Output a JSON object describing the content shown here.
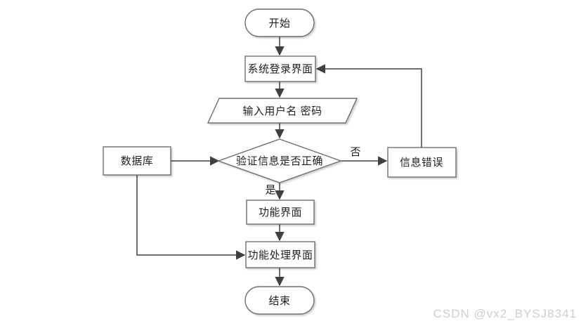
{
  "colors": {
    "background": "#ffffff",
    "shape_fill": "#ffffff",
    "border": "#6e6e6e",
    "line": "#404040",
    "text": "#1f1f1f",
    "watermark": "#d4cccc"
  },
  "flowchart": {
    "nodes": {
      "start": {
        "type": "terminator",
        "label": "开始"
      },
      "login_screen": {
        "type": "process",
        "label": "系统登录界面"
      },
      "input_credentials": {
        "type": "input-output",
        "label": "输入用户名 密码"
      },
      "verify_decision": {
        "type": "decision",
        "label": "验证信息是否正确"
      },
      "database": {
        "type": "process",
        "label": "数据库"
      },
      "info_error": {
        "type": "process",
        "label": "信息错误"
      },
      "function_screen": {
        "type": "process",
        "label": "功能界面"
      },
      "function_process_screen": {
        "type": "process",
        "label": "功能处理界面"
      },
      "end": {
        "type": "terminator",
        "label": "结束"
      }
    },
    "edges": [
      {
        "from": "start",
        "to": "login_screen",
        "label": ""
      },
      {
        "from": "login_screen",
        "to": "input_credentials",
        "label": ""
      },
      {
        "from": "input_credentials",
        "to": "verify_decision",
        "label": ""
      },
      {
        "from": "verify_decision",
        "to": "function_screen",
        "label": "是"
      },
      {
        "from": "verify_decision",
        "to": "info_error",
        "label": "否"
      },
      {
        "from": "info_error",
        "to": "login_screen",
        "label": ""
      },
      {
        "from": "database",
        "to": "verify_decision",
        "label": ""
      },
      {
        "from": "database",
        "to": "function_process_screen",
        "label": ""
      },
      {
        "from": "function_screen",
        "to": "function_process_screen",
        "label": ""
      },
      {
        "from": "function_process_screen",
        "to": "end",
        "label": ""
      }
    ]
  },
  "watermark": {
    "text": "CSDN @vx2_BYSJ8341"
  }
}
